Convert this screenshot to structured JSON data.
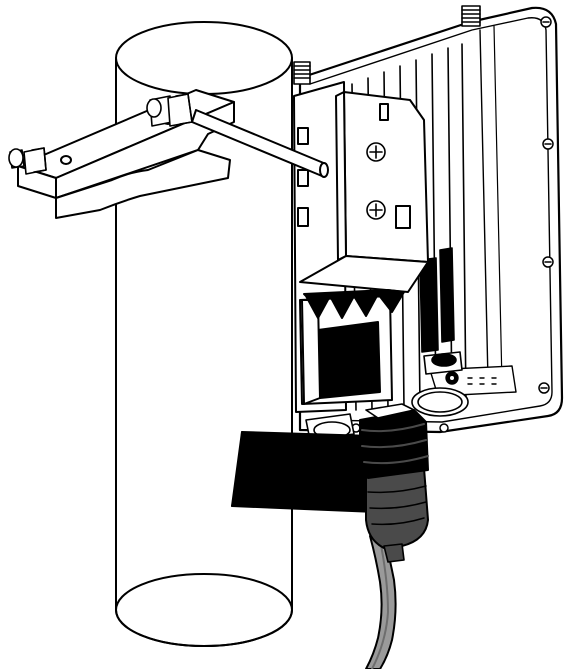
{
  "figure": {
    "kind": "line-art installation diagram",
    "colors": {
      "ink": "#000000",
      "paper": "#ffffff",
      "cable": "#9a9a9a",
      "cable_dark": "#6e6e6e",
      "connector": "#4a4a4a",
      "tape": "#000000"
    },
    "parts": [
      "pole",
      "mounting-bracket",
      "u-bolt",
      "nut",
      "enclosure",
      "heat-sink-fins",
      "antenna-connector",
      "bracket-screw",
      "led-panel",
      "ethernet-connector",
      "cable",
      "weatherproof-tape"
    ]
  }
}
